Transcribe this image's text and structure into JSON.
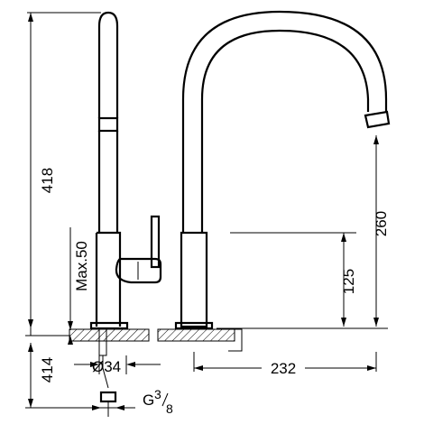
{
  "dimensions": {
    "total_height": "418",
    "spout_height": "260",
    "outlet_height": "125",
    "max_thickness": "Max.50",
    "below_counter": "414",
    "hole_diameter": "Ø34",
    "reach": "232",
    "connection_base": "G",
    "connection_num": "3",
    "connection_den": "8"
  }
}
